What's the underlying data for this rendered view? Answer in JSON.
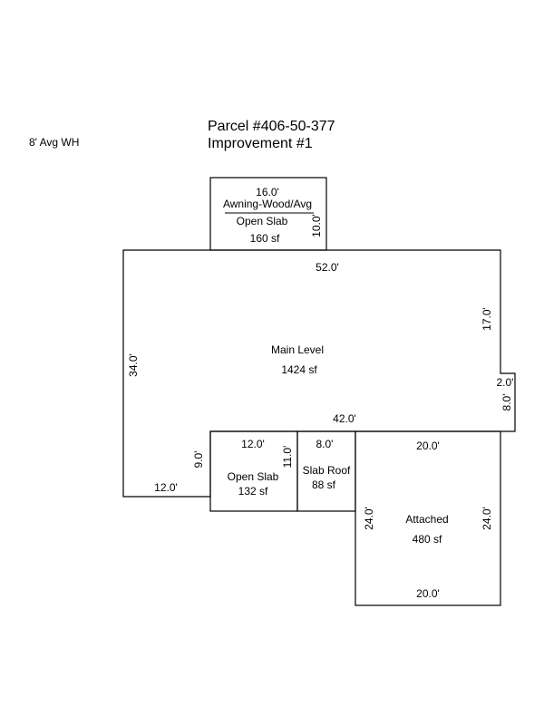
{
  "header": {
    "parcel": "Parcel #406-50-377",
    "improvement": "Improvement #1",
    "wall_height": "8' Avg WH"
  },
  "areas": {
    "awning": {
      "dim_width": "16.0'",
      "dim_height": "10.0'",
      "name": "Awning-Wood/Avg",
      "subname": "Open Slab",
      "size": "160 sf"
    },
    "main": {
      "dim_top": "52.0'",
      "dim_left": "34.0'",
      "dim_right_upper": "17.0'",
      "dim_step": "2.0'",
      "dim_right_lower": "8.0'",
      "dim_bottom_inner": "42.0'",
      "dim_bottom_left": "12.0'",
      "name": "Main Level",
      "size": "1424 sf"
    },
    "open_slab": {
      "dim_top": "12.0'",
      "dim_left": "9.0'",
      "name": "Open Slab",
      "size": "132 sf"
    },
    "slab_roof": {
      "dim_top": "8.0'",
      "dim_left": "11.0'",
      "name": "Slab Roof",
      "size": "88 sf"
    },
    "attached": {
      "dim_top": "20.0'",
      "dim_bottom": "20.0'",
      "dim_left": "24.0'",
      "dim_right": "24.0'",
      "name": "Attached",
      "size": "480 sf"
    }
  }
}
